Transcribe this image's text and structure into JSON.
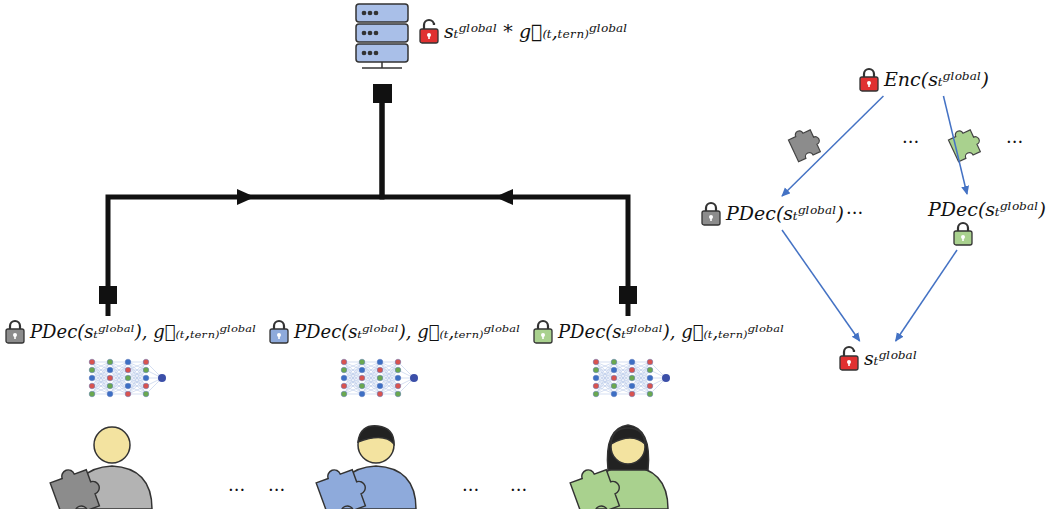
{
  "diagram": {
    "nodes": [
      {
        "text": [
          "sₜᵍˡᵒᵇᵃˡ * g⃗₍ₜ,ₜₑᵣₙ₎ᵍˡᵒᵇᵃˡ"
        ]
      },
      {
        "text": [
          "PDec(sₜᵍˡᵒᵇᵃˡ), g⃗₍ₜ,ₜₑᵣₙ₎ᵍˡᵒᵇᵃˡ"
        ]
      },
      {
        "text": [
          "PDec(sₜᵍˡᵒᵇᵃˡ), g⃗₍ₜ,ₜₑᵣₙ₎ᵍˡᵒᵇᵃˡ"
        ]
      },
      {
        "text": [
          "PDec(sₜᵍˡᵒᵇᵃˡ), g⃗₍ₜ,ₜₑᵣₙ₎ᵍˡᵒᵇᵃˡ"
        ]
      },
      {
        "text": [
          "Enc(sₜᵍˡᵒᵇᵃˡ)"
        ]
      },
      {
        "text": [
          "PDec(sₜᵍˡᵒᵇᵃˡ)"
        ]
      },
      {
        "text": [
          "PDec(sₜᵍˡᵒᵇᵃˡ)"
        ]
      },
      {
        "text": [
          "sₜᵍˡᵒᵇᵃˡ"
        ]
      }
    ],
    "edges": [
      {
        "from": 1,
        "to": 0,
        "arrow": "to"
      },
      {
        "from": 3,
        "to": 0,
        "arrow": "to"
      },
      {
        "from": 4,
        "to": 5,
        "arrow": "to"
      },
      {
        "from": 4,
        "to": 6,
        "arrow": "to"
      },
      {
        "from": 5,
        "to": 7,
        "arrow": "to"
      },
      {
        "from": 6,
        "to": 7,
        "arrow": "to"
      }
    ],
    "labels": [
      "...",
      "...",
      "...",
      "...",
      "...",
      "...",
      "···"
    ]
  }
}
